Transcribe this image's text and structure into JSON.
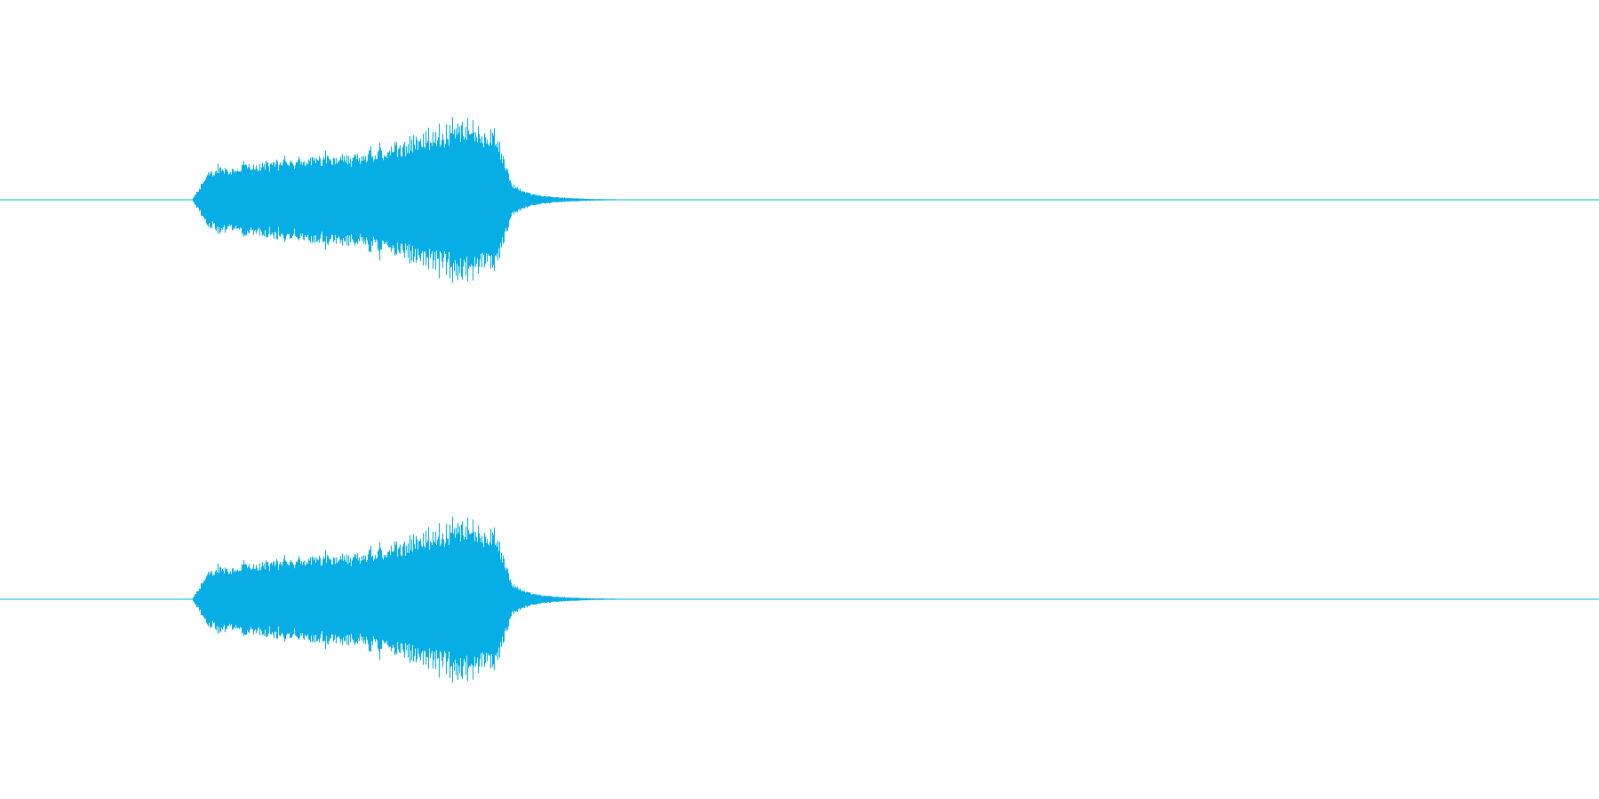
{
  "chart_data": {
    "type": "area",
    "x": [
      0.0,
      0.01,
      0.02,
      0.03,
      0.04,
      0.05,
      0.06,
      0.07,
      0.08,
      0.09,
      0.1,
      0.11,
      0.12,
      0.13,
      0.14,
      0.15,
      0.16,
      0.17,
      0.18,
      0.19,
      0.2,
      0.21,
      0.22,
      0.23,
      0.24,
      0.25,
      0.26,
      0.27,
      0.28,
      0.29,
      0.3,
      0.31,
      0.32,
      0.33,
      0.34,
      0.35,
      0.36,
      0.37,
      0.38,
      0.39,
      0.4,
      0.41,
      0.42,
      0.43,
      0.44,
      0.45,
      0.46,
      0.47,
      0.48,
      0.49,
      0.5,
      0.51,
      0.52,
      0.53,
      0.54,
      0.55,
      0.56,
      0.57,
      0.58,
      0.59,
      0.6,
      0.61,
      0.62,
      0.63,
      0.64,
      0.65,
      0.66,
      0.67,
      0.68,
      0.69,
      0.7,
      0.71,
      0.72,
      0.73,
      0.74,
      0.75,
      0.76,
      0.77,
      0.78,
      0.79,
      0.8,
      0.81,
      0.82,
      0.83,
      0.84,
      0.85,
      0.86,
      0.87,
      0.88,
      0.89,
      0.9,
      0.91,
      0.92,
      0.93,
      0.94,
      0.95,
      0.96,
      0.97,
      0.98,
      0.99,
      1.0
    ],
    "series": [
      {
        "values": [
          0,
          0,
          0,
          0,
          0,
          0,
          0,
          0,
          0,
          0,
          0,
          0,
          0,
          0.35,
          0.42,
          0.44,
          0.46,
          0.48,
          0.5,
          0.52,
          0.55,
          0.57,
          0.59,
          0.62,
          0.66,
          0.72,
          0.82,
          0.85,
          0.9,
          0.95,
          0.88,
          0.9,
          0.2,
          0.09,
          0.05,
          0.03,
          0.02,
          0.012,
          0.008,
          0.005,
          0.003,
          0.002,
          0,
          0,
          0,
          0,
          0,
          0,
          0,
          0,
          0,
          0,
          0,
          0,
          0,
          0,
          0,
          0,
          0,
          0,
          0,
          0,
          0,
          0,
          0,
          0,
          0,
          0,
          0,
          0,
          0,
          0,
          0,
          0,
          0,
          0,
          0,
          0,
          0,
          0,
          0,
          0,
          0,
          0,
          0,
          0,
          0,
          0,
          0,
          0,
          0,
          0,
          0,
          0,
          0,
          0,
          0,
          0,
          0,
          0,
          0
        ]
      },
      {
        "values": [
          0,
          0,
          0,
          0,
          0,
          0,
          0,
          0,
          0,
          0,
          0,
          0,
          0,
          0.35,
          0.42,
          0.44,
          0.46,
          0.48,
          0.5,
          0.52,
          0.55,
          0.57,
          0.59,
          0.62,
          0.66,
          0.72,
          0.82,
          0.85,
          0.9,
          0.95,
          0.88,
          0.9,
          0.2,
          0.09,
          0.05,
          0.03,
          0.02,
          0.012,
          0.008,
          0.005,
          0.003,
          0.002,
          0,
          0,
          0,
          0,
          0,
          0,
          0,
          0,
          0,
          0,
          0,
          0,
          0,
          0,
          0,
          0,
          0,
          0,
          0,
          0,
          0,
          0,
          0,
          0,
          0,
          0,
          0,
          0,
          0,
          0,
          0,
          0,
          0,
          0,
          0,
          0,
          0,
          0,
          0,
          0,
          0,
          0,
          0,
          0,
          0,
          0,
          0,
          0,
          0,
          0,
          0,
          0,
          0,
          0,
          0,
          0,
          0,
          0,
          0
        ]
      }
    ],
    "ylim": [
      -1,
      1
    ],
    "grid": false,
    "colors": {
      "waveform": "#06aee5",
      "background": "#ffffff"
    }
  }
}
